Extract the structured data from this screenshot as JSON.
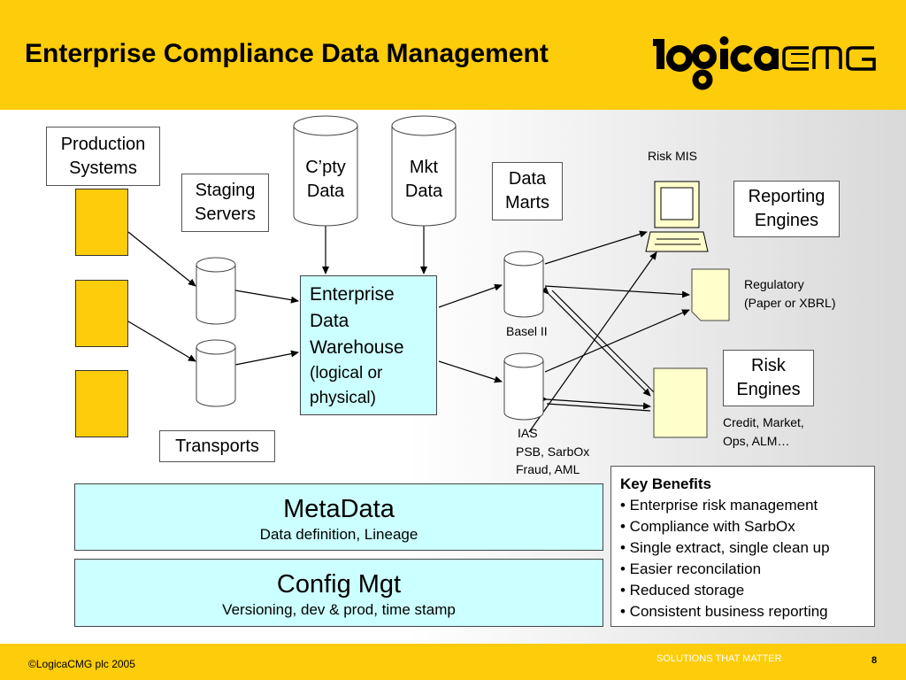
{
  "header": {
    "title": "Enterprise Compliance Data Management",
    "logo_text": "logicaCMG",
    "background": "#fdcc0a"
  },
  "diagram": {
    "production_systems": "Production Systems",
    "staging_servers": "Staging Servers",
    "transports": "Transports",
    "cpty_data": "C’pty Data",
    "mkt_data": "Mkt Data",
    "edw": {
      "title": "Enterprise Data Warehouse",
      "subtitle": "(logical or physical)"
    },
    "data_marts": "Data Marts",
    "basel": "Basel II",
    "ias": "IAS",
    "ias_note_1": "PSB, SarbOx",
    "ias_note_2": "Fraud, AML",
    "risk_mis": "Risk MIS",
    "reporting_engines": "Reporting Engines",
    "regulatory_1": "Regulatory",
    "regulatory_2": "(Paper or XBRL)",
    "risk_engines": "Risk Engines",
    "credit_1": "Credit, Market,",
    "credit_2": "Ops, ALM…"
  },
  "metadata": {
    "title": "MetaData",
    "subtitle": "Data definition, Lineage"
  },
  "config": {
    "title": "Config Mgt",
    "subtitle": "Versioning, dev & prod, time stamp"
  },
  "benefits": {
    "title": "Key Benefits",
    "items": [
      "• Enterprise risk management",
      "• Compliance with SarbOx",
      "• Single extract, single clean up",
      "• Easier reconcilation",
      "• Reduced storage",
      "• Consistent business reporting"
    ]
  },
  "footer": {
    "copyright": "©LogicaCMG plc 2005",
    "tagline": "SOLUTIONS THAT MATTER",
    "page_number": "8"
  },
  "colors": {
    "accent_yellow": "#fdcc0a",
    "cyan_fill": "#ccffff",
    "doc_fill": "#ffffcc"
  }
}
